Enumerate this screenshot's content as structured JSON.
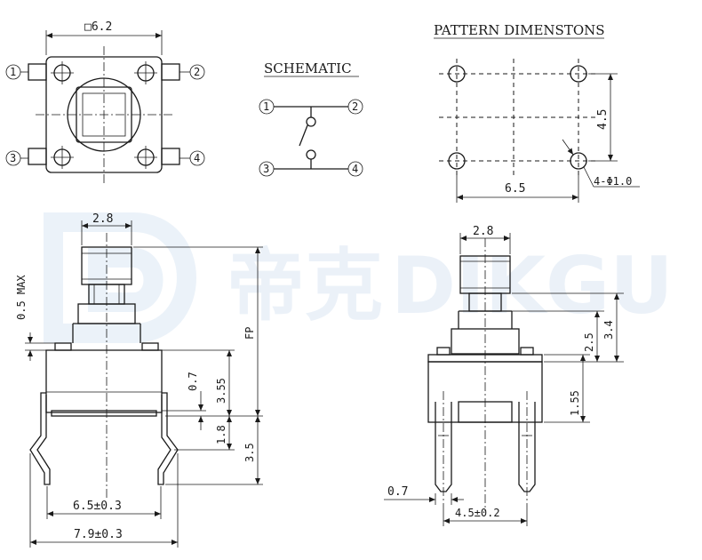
{
  "watermark": {
    "brand_cn": "帝克",
    "brand_en": "DIKGU"
  },
  "headings": {
    "schematic": "SCHEMATIC",
    "pattern": "PATTERN DIMENSTONS"
  },
  "top_view": {
    "width": "□6.2",
    "pins": [
      "1",
      "2",
      "3",
      "4"
    ]
  },
  "schematic": {
    "pins": [
      "1",
      "2",
      "3",
      "4"
    ]
  },
  "pattern": {
    "spacing_x": "6.5",
    "spacing_y": "4.5",
    "holes": "4-Φ1.0"
  },
  "side_left": {
    "stem_width": "2.8",
    "max_offset": "0.5 MAX",
    "fp": "FP",
    "dim_07": "0.7",
    "dim_355": "3.55",
    "dim_18": "1.8",
    "dim_35": "3.5",
    "pin_span": "6.5±0.3",
    "overall": "7.9±0.3"
  },
  "side_right": {
    "stem_width": "2.8",
    "dim_25": "2.5",
    "dim_34": "3.4",
    "dim_155": "1.55",
    "pin_width": "0.7",
    "pin_pitch": "4.5±0.2"
  }
}
